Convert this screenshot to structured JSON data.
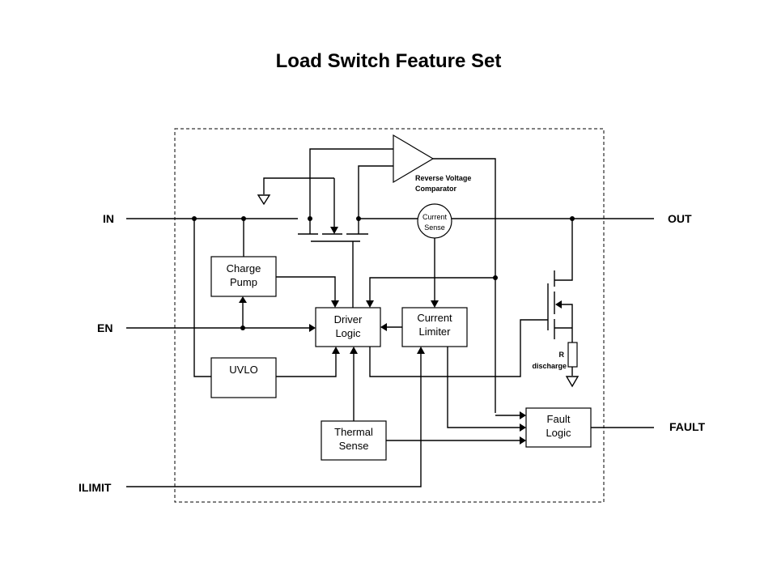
{
  "title": "Load Switch Feature Set",
  "pins": {
    "in": "IN",
    "en": "EN",
    "ilimit": "ILIMIT",
    "out": "OUT",
    "fault": "FAULT"
  },
  "blocks": {
    "charge_pump": [
      "Charge",
      "Pump"
    ],
    "uvlo": [
      "UVLO"
    ],
    "driver_logic": [
      "Driver",
      "Logic"
    ],
    "current_limiter": [
      "Current",
      "Limiter"
    ],
    "thermal_sense": [
      "Thermal",
      "Sense"
    ],
    "fault_logic": [
      "Fault",
      "Logic"
    ],
    "current_sense": [
      "Current",
      "Sense"
    ]
  },
  "labels": {
    "comparator": [
      "Reverse Voltage",
      "Comparator"
    ],
    "discharge": [
      "R",
      "discharge"
    ]
  }
}
